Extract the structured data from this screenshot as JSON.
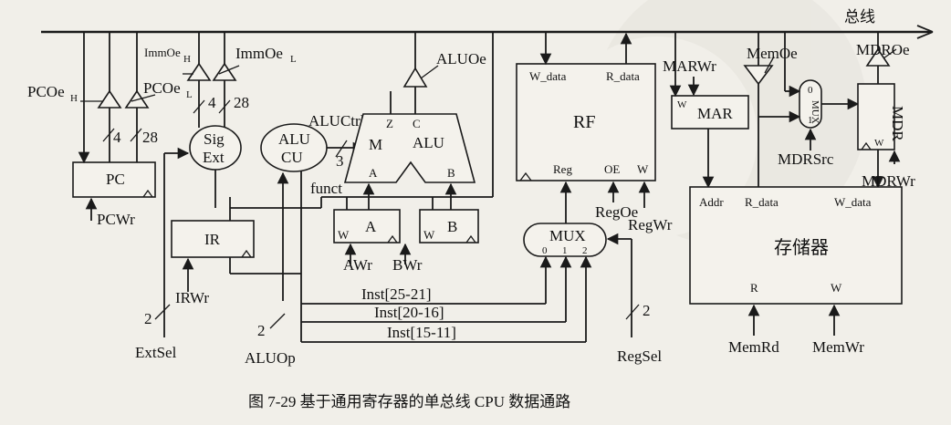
{
  "labels": {
    "bus": "总线",
    "pcoe_h": "PCOe",
    "pcoe_h_sub": "H",
    "pcoe_l": "PCOe",
    "pcoe_l_sub": "L",
    "immoe_h": "ImmOe",
    "immoe_h_sub": "H",
    "immoe_l": "ImmOe",
    "immoe_l_sub": "L",
    "aluoe": "ALUOe",
    "aluctrl": "ALUCtrl",
    "pc": "PC",
    "pcwr": "PCWr",
    "sig": "Sig",
    "ext": "Ext",
    "alucu_1": "ALU",
    "alucu_2": "CU",
    "funct": "funct",
    "alu": "ALU",
    "alu_m": "M",
    "alu_a": "A",
    "alu_b": "B",
    "alu_z": "Z",
    "alu_c": "C",
    "ir": "IR",
    "irwr": "IRWr",
    "extsel": "ExtSel",
    "aluop": "ALUOp",
    "reg_a": "A",
    "reg_b": "B",
    "w_a": "W",
    "w_b": "W",
    "awr": "AWr",
    "bwr": "BWr",
    "inst_25_21": "Inst[25-21]",
    "inst_20_16": "Inst[20-16]",
    "inst_15_11": "Inst[15-11]",
    "rf": "RF",
    "rf_wdata": "W_data",
    "rf_rdata": "R_data",
    "rf_reg": "Reg",
    "rf_oe": "OE",
    "rf_w": "W",
    "regoe": "RegOe",
    "regwr": "RegWr",
    "mux": "MUX",
    "mux_0": "0",
    "mux_1": "1",
    "mux_2": "2",
    "regsel": "RegSel",
    "marwr": "MARWr",
    "mar": "MAR",
    "mar_w": "W",
    "memoe": "MemOe",
    "mdroe": "MDROe",
    "mux2": "MUX",
    "mux2_0": "0",
    "mux2_1": "1",
    "mdr": "MDR",
    "mdr_w": "W",
    "mdrsrc": "MDRSrc",
    "mdrwr": "MDRWr",
    "mem": "存储器",
    "mem_addr": "Addr",
    "mem_rdata": "R_data",
    "mem_wdata": "W_data",
    "mem_r": "R",
    "mem_w": "W",
    "memrd": "MemRd",
    "memwr": "MemWr",
    "bw_4a": "4",
    "bw_28a": "28",
    "bw_4b": "4",
    "bw_28b": "28",
    "bw_3": "3",
    "bw_2a": "2",
    "bw_2b": "2",
    "bw_2c": "2",
    "caption": "图 7-29   基于通用寄存器的单总线 CPU 数据通路"
  }
}
